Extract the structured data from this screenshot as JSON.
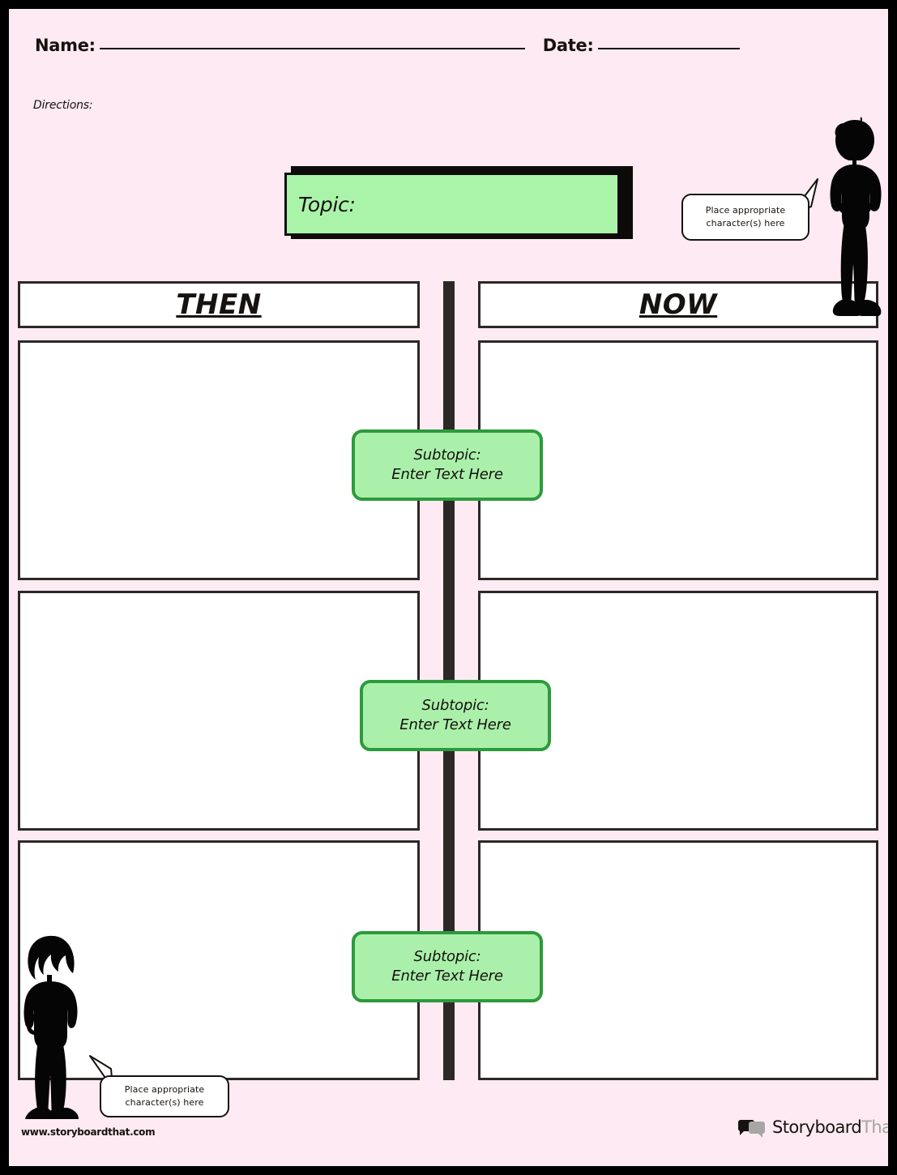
{
  "worksheet": {
    "header": {
      "name_label": "Name:",
      "date_label": "Date:",
      "directions_label": "Directions:"
    },
    "topic": {
      "label": "Topic:"
    },
    "columns": [
      {
        "id": "then",
        "label": "THEN"
      },
      {
        "id": "now",
        "label": "NOW"
      }
    ],
    "subtopics": [
      {
        "line1": "Subtopic:",
        "line2": "Enter Text Here"
      },
      {
        "line1": "Subtopic:",
        "line2": "Enter Text Here"
      },
      {
        "line1": "Subtopic:",
        "line2": "Enter Text Here"
      }
    ],
    "callouts": [
      {
        "id": "top-right",
        "line1": "Place appropriate",
        "line2": "character(s) here"
      },
      {
        "id": "bottom-left",
        "line1": "Place appropriate",
        "line2": "character(s) here"
      }
    ],
    "characters": [
      {
        "id": "character-top-right",
        "icon": "standing-person-silhouette-icon"
      },
      {
        "id": "character-bottom-left",
        "icon": "standing-person-silhouette-icon"
      }
    ],
    "footer": {
      "url": "www.storyboardthat.com",
      "brand_primary": "Storyboard",
      "brand_secondary": "That",
      "brand_icon": "speech-bubbles-logo-icon"
    },
    "colors": {
      "page_border": "#000000",
      "sheet_background": "#fdeaf2",
      "panel_background": "#ffffff",
      "panel_border": "#2b2826",
      "topic_fill": "#aaf4aa",
      "subtopic_fill": "#aaf0aa",
      "subtopic_border": "#2d9a3c",
      "divider": "#2b2826",
      "text": "#16120f",
      "brand_secondary": "#a8a6a4"
    }
  }
}
